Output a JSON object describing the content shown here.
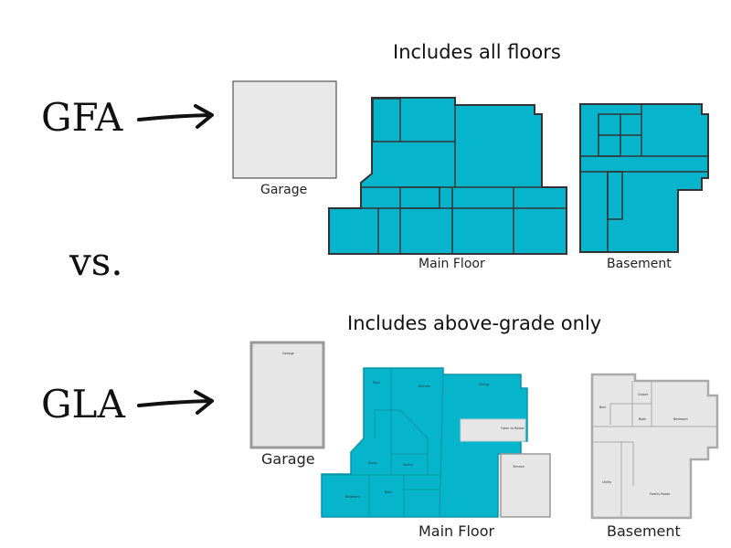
{
  "gfa": {
    "label": "GFA",
    "heading": "Includes all floors",
    "garage_caption": "Garage",
    "main_floor_caption": "Main Floor",
    "basement_caption": "Basement"
  },
  "versus": "vs.",
  "gla": {
    "label": "GLA",
    "heading": "Includes above-grade only",
    "garage_caption": "Garage",
    "main_floor_caption": "Main Floor",
    "basement_caption": "Basement",
    "garage_rooms": [
      "Garage"
    ],
    "main_floor_rooms": [
      "Mud",
      "Kitchen",
      "Dining",
      "Open to Below",
      "Stairs",
      "Pantry",
      "Bedroom",
      "Bath",
      "Terrace"
    ],
    "basement_rooms": [
      "Bed",
      "Closet",
      "Bath",
      "Bedroom",
      "Utility",
      "Family Room"
    ]
  },
  "colors": {
    "included": "#06b4cc",
    "excluded": "#e6e6e6",
    "wall": "#333333"
  }
}
